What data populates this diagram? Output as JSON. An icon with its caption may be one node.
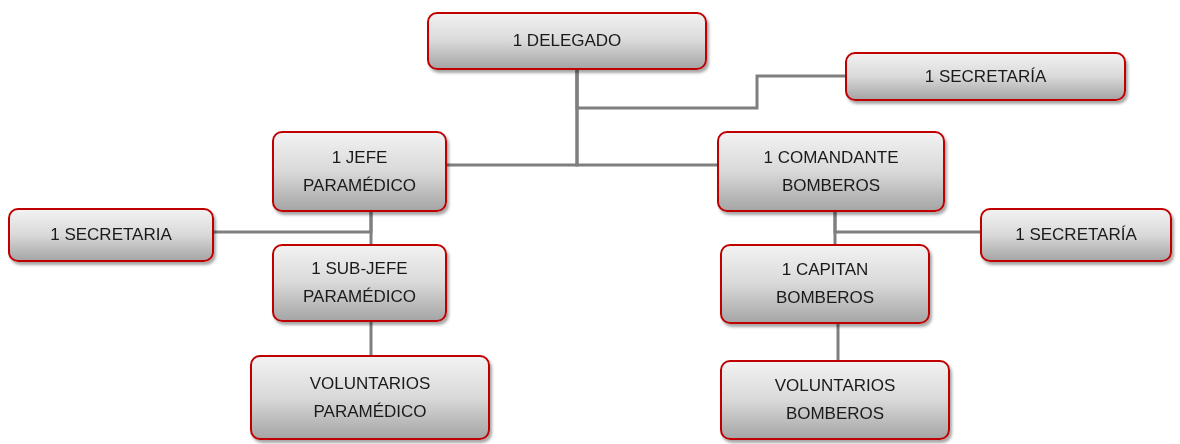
{
  "diagram": {
    "nodes": [
      {
        "text": [
          "1 DELEGADO"
        ]
      },
      {
        "text": [
          "1 SECRETARÍA"
        ]
      },
      {
        "text": [
          "1 JEFE PARAMÉDICO"
        ]
      },
      {
        "text": [
          "1 COMANDANTE BOMBEROS"
        ]
      },
      {
        "text": [
          "1 SECRETARIA"
        ]
      },
      {
        "text": [
          "1 SUB-JEFE PARAMÉDICO"
        ]
      },
      {
        "text": [
          "1 SECRETARÍA"
        ]
      },
      {
        "text": [
          "1 CAPITAN BOMBEROS"
        ]
      },
      {
        "text": [
          "VOLUNTARIOS PARAMÉDICO"
        ]
      },
      {
        "text": [
          "VOLUNTARIOS BOMBEROS"
        ]
      }
    ],
    "edges": [
      {
        "from": 0,
        "to": 1,
        "arrow": "none"
      },
      {
        "from": 0,
        "to": 2,
        "arrow": "none"
      },
      {
        "from": 0,
        "to": 3,
        "arrow": "none"
      },
      {
        "from": 2,
        "to": 4,
        "arrow": "none"
      },
      {
        "from": 2,
        "to": 5,
        "arrow": "none"
      },
      {
        "from": 3,
        "to": 6,
        "arrow": "none"
      },
      {
        "from": 3,
        "to": 7,
        "arrow": "none"
      },
      {
        "from": 5,
        "to": 8,
        "arrow": "none"
      },
      {
        "from": 7,
        "to": 9,
        "arrow": "none"
      }
    ]
  }
}
